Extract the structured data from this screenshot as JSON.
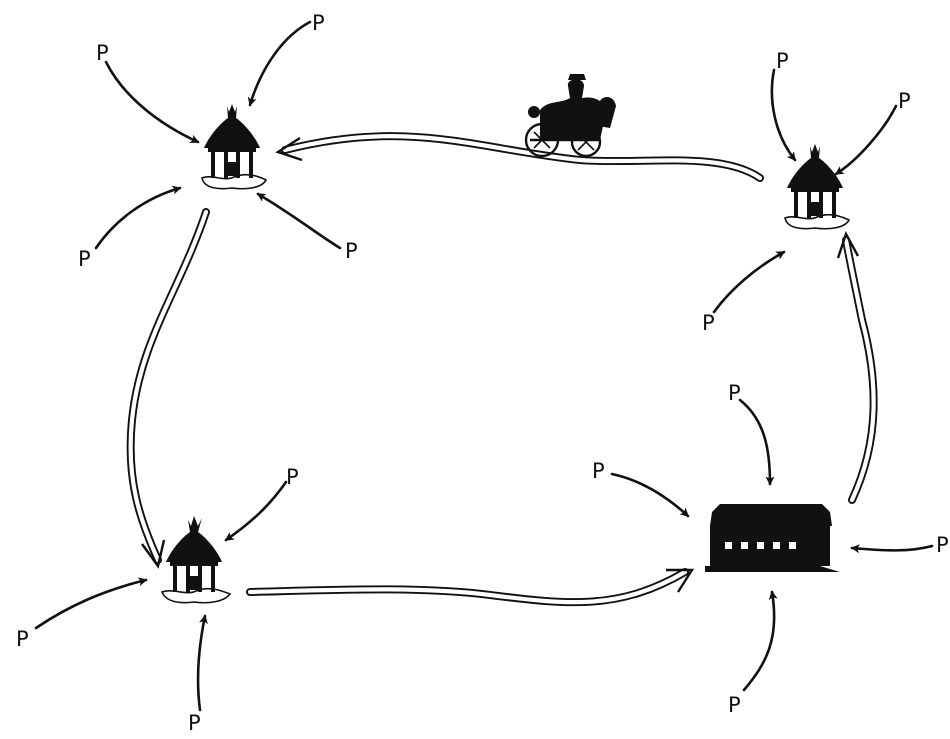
{
  "diagram": {
    "label_text": "P",
    "ink_color": "#111111",
    "background": "#ffffff",
    "nodes": [
      {
        "id": "gazebo-top-left",
        "kind": "gazebo"
      },
      {
        "id": "gazebo-top-right",
        "kind": "gazebo"
      },
      {
        "id": "gazebo-bottom-left",
        "kind": "gazebo"
      },
      {
        "id": "long-building",
        "kind": "building"
      },
      {
        "id": "carriage",
        "kind": "vehicle"
      }
    ],
    "route": [
      "gazebo-top-right",
      "gazebo-top-left",
      "gazebo-bottom-left",
      "long-building",
      "gazebo-top-right"
    ]
  }
}
